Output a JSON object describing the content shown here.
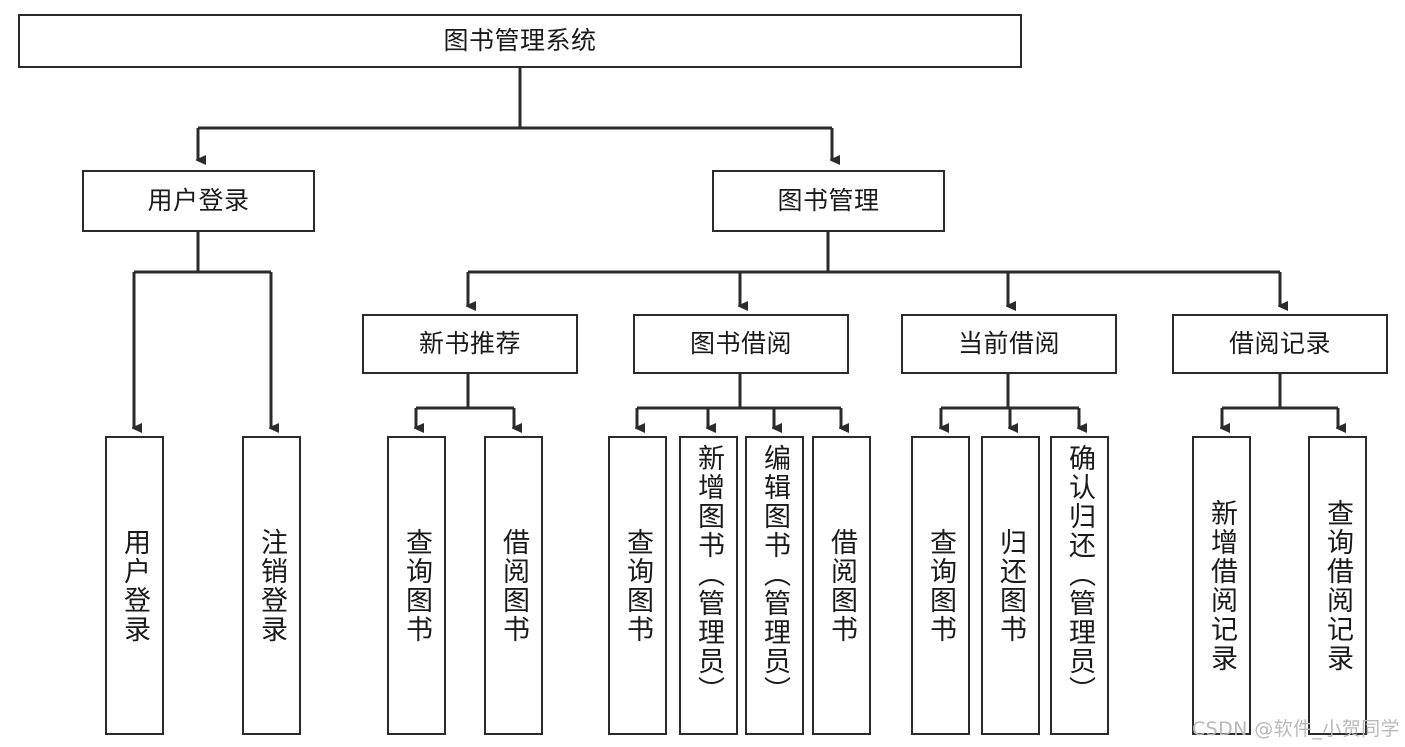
{
  "diagram": {
    "type": "tree-hierarchy-chart",
    "title": "图书管理系统",
    "orientation": "top-down",
    "line_color": "#2b2b2b",
    "box_fill": "#ffffff",
    "watermark": "CSDN @软件_小贺同学",
    "levels": {
      "level1": [
        {
          "id": "root",
          "label": "图书管理系统"
        }
      ],
      "level2": [
        {
          "id": "user-login",
          "label": "用户登录"
        },
        {
          "id": "book-management",
          "label": "图书管理"
        }
      ],
      "level3": [
        {
          "id": "new-book-recommend",
          "label": "新书推荐",
          "parent": "book-management"
        },
        {
          "id": "book-borrow",
          "label": "图书借阅",
          "parent": "book-management"
        },
        {
          "id": "current-borrow",
          "label": "当前借阅",
          "parent": "book-management"
        },
        {
          "id": "borrow-record",
          "label": "借阅记录",
          "parent": "book-management"
        }
      ],
      "level4": [
        {
          "id": "leaf-user-login",
          "label": "用户登录",
          "parent": "user-login"
        },
        {
          "id": "leaf-logout-login",
          "label": "注销登录",
          "parent": "user-login"
        },
        {
          "id": "leaf-query-book-1",
          "label": "查询图书",
          "parent": "new-book-recommend"
        },
        {
          "id": "leaf-borrow-book-1",
          "label": "借阅图书",
          "parent": "new-book-recommend"
        },
        {
          "id": "leaf-query-book-2",
          "label": "查询图书",
          "parent": "book-borrow"
        },
        {
          "id": "leaf-add-book",
          "label": "新增图书（管理员）",
          "parent": "book-borrow"
        },
        {
          "id": "leaf-edit-book",
          "label": "编辑图书（管理员）",
          "parent": "book-borrow"
        },
        {
          "id": "leaf-borrow-book-2",
          "label": "借阅图书",
          "parent": "book-borrow"
        },
        {
          "id": "leaf-query-book-3",
          "label": "查询图书",
          "parent": "current-borrow"
        },
        {
          "id": "leaf-return-book",
          "label": "归还图书",
          "parent": "current-borrow"
        },
        {
          "id": "leaf-confirm-return",
          "label": "确认归还（管理员）",
          "parent": "current-borrow"
        },
        {
          "id": "leaf-add-record",
          "label": "新增借阅记录",
          "parent": "borrow-record"
        },
        {
          "id": "leaf-query-record",
          "label": "查询借阅记录",
          "parent": "borrow-record"
        }
      ]
    }
  }
}
